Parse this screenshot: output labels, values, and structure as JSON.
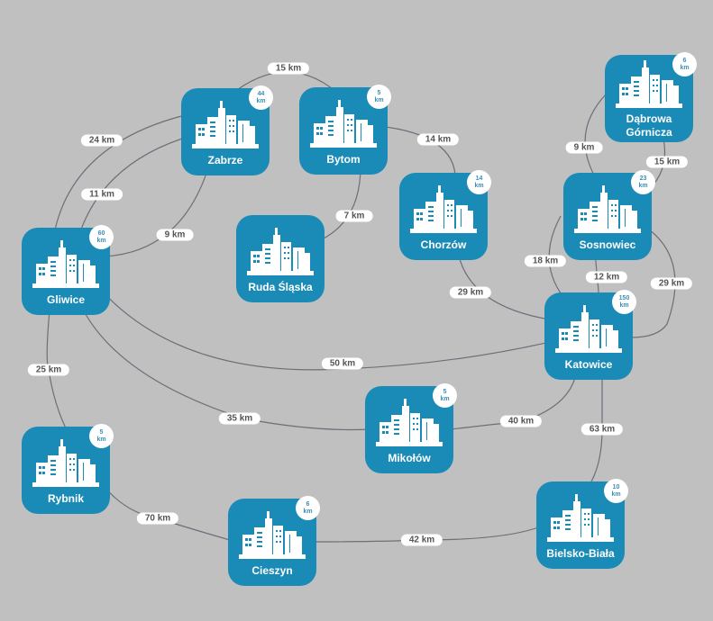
{
  "cities": [
    {
      "id": "zabrze",
      "name": "Zabrze",
      "badge_value": "44",
      "badge_unit": "km"
    },
    {
      "id": "bytom",
      "name": "Bytom",
      "badge_value": "5",
      "badge_unit": "km"
    },
    {
      "id": "dabrowa",
      "name": "Dąbrowa Górnicza",
      "badge_value": "6",
      "badge_unit": "km"
    },
    {
      "id": "gliwice",
      "name": "Gliwice",
      "badge_value": "60",
      "badge_unit": "km"
    },
    {
      "id": "ruda",
      "name": "Ruda Śląska",
      "badge_value": null,
      "badge_unit": null
    },
    {
      "id": "chorzow",
      "name": "Chorzów",
      "badge_value": "14",
      "badge_unit": "km"
    },
    {
      "id": "sosnowiec",
      "name": "Sosnowiec",
      "badge_value": "23",
      "badge_unit": "km"
    },
    {
      "id": "katowice",
      "name": "Katowice",
      "badge_value": "150",
      "badge_unit": "km"
    },
    {
      "id": "mikolow",
      "name": "Mikołów",
      "badge_value": "5",
      "badge_unit": "km"
    },
    {
      "id": "rybnik",
      "name": "Rybnik",
      "badge_value": "5",
      "badge_unit": "km"
    },
    {
      "id": "cieszyn",
      "name": "Cieszyn",
      "badge_value": "6",
      "badge_unit": "km"
    },
    {
      "id": "bielsko",
      "name": "Bielsko-Biała",
      "badge_value": "10",
      "badge_unit": "km"
    }
  ],
  "edges": [
    {
      "from": "zabrze",
      "to": "bytom",
      "label": "15 km"
    },
    {
      "from": "gliwice",
      "to": "zabrze",
      "label": "24 km"
    },
    {
      "from": "gliwice",
      "to": "zabrze",
      "label": "11 km"
    },
    {
      "from": "gliwice",
      "to": "zabrze",
      "label": "9 km"
    },
    {
      "from": "ruda",
      "to": "bytom",
      "label": "7 km"
    },
    {
      "from": "bytom",
      "to": "chorzow",
      "label": "14 km"
    },
    {
      "from": "chorzow",
      "to": "katowice",
      "label": "29 km"
    },
    {
      "from": "dabrowa",
      "to": "sosnowiec",
      "label": "9 km"
    },
    {
      "from": "dabrowa",
      "to": "sosnowiec",
      "label": "15 km"
    },
    {
      "from": "sosnowiec",
      "to": "katowice",
      "label": "18 km"
    },
    {
      "from": "sosnowiec",
      "to": "katowice",
      "label": "12 km"
    },
    {
      "from": "sosnowiec",
      "to": "katowice",
      "label": "29 km"
    },
    {
      "from": "gliwice",
      "to": "katowice",
      "label": "50 km"
    },
    {
      "from": "gliwice",
      "to": "mikolow",
      "label": "35 km"
    },
    {
      "from": "mikolow",
      "to": "katowice",
      "label": "40 km"
    },
    {
      "from": "katowice",
      "to": "bielsko",
      "label": "63 km"
    },
    {
      "from": "gliwice",
      "to": "rybnik",
      "label": "25 km"
    },
    {
      "from": "rybnik",
      "to": "cieszyn",
      "label": "70 km"
    },
    {
      "from": "cieszyn",
      "to": "bielsko",
      "label": "42 km"
    }
  ],
  "colors": {
    "node": "#1a8bb6",
    "background": "#c0c0c0",
    "edge": "#6e6e7a"
  }
}
